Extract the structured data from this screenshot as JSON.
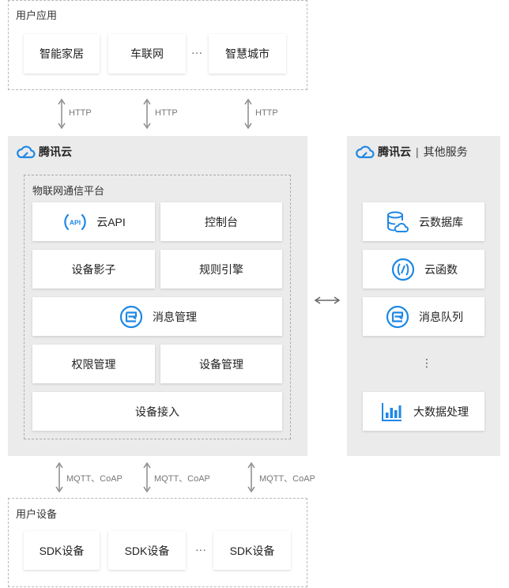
{
  "user_apps": {
    "label": "用户应用",
    "items": [
      "智能家居",
      "车联网",
      "智慧城市"
    ],
    "ellipsis": "···"
  },
  "http_links": [
    "HTTP",
    "HTTP",
    "HTTP"
  ],
  "tencent_cloud": {
    "brand": "腾讯云",
    "platform": {
      "label": "物联网通信平台",
      "modules": {
        "cloud_api": "云API",
        "console": "控制台",
        "device_shadow": "设备影子",
        "rules_engine": "规则引擎",
        "message_mgmt": "消息管理",
        "permission_mgmt": "权限管理",
        "device_mgmt": "设备管理",
        "device_access": "设备接入"
      }
    }
  },
  "other_services": {
    "brand": "腾讯云",
    "separator": "|",
    "title": "其他服务",
    "items": [
      "云数据库",
      "云函数",
      "消息队列",
      "大数据处理"
    ],
    "ellipsis": "⋮"
  },
  "mqtt_links": [
    "MQTT、CoAP",
    "MQTT、CoAP",
    "MQTT、CoAP"
  ],
  "user_devices": {
    "label": "用户设备",
    "items": [
      "SDK设备",
      "SDK设备",
      "SDK设备"
    ],
    "ellipsis": "···"
  },
  "colors": {
    "accent": "#1e88e5",
    "panel": "#ebebeb",
    "dash": "#b8b8b8",
    "arrow": "#8a8a8a"
  },
  "icons": [
    "tencent-cloud-logo-icon",
    "api-icon",
    "message-icon",
    "database-icon",
    "function-icon",
    "queue-icon",
    "bigdata-icon",
    "bidirectional-arrow-icon"
  ]
}
